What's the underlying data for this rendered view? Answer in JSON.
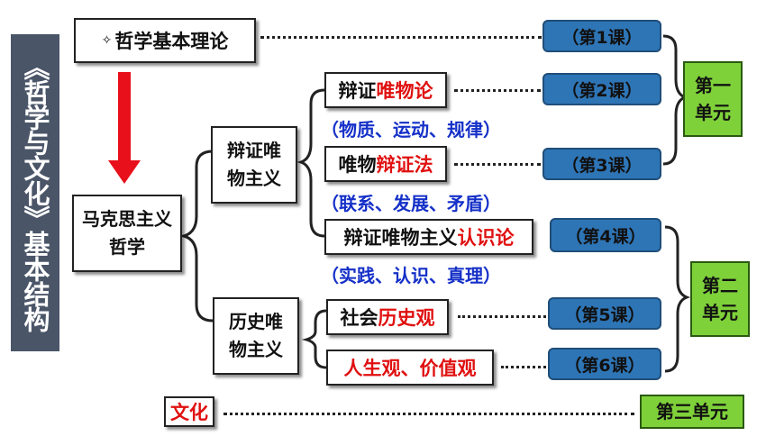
{
  "side_title": "《哲学与文化》基本结构",
  "top_node": {
    "marker": "✧",
    "label": "哲学基本理论"
  },
  "root_node": "马克思主义哲学",
  "branches": {
    "dialectical": "辩证唯物主义",
    "historical": "历史唯物主义"
  },
  "topics": {
    "t2": {
      "prefix": "辩证",
      "highlight": "唯物论"
    },
    "t2_note": "（物质、运动、规律）",
    "t3": {
      "prefix": "唯物",
      "highlight": "辩证法"
    },
    "t3_note": "（联系、发展、矛盾）",
    "t4": {
      "prefix": "辩证唯物主义",
      "highlight": "认识论"
    },
    "t4_note": "（实践、认识、真理）",
    "t5": {
      "prefix": "社会",
      "highlight": "历史观"
    },
    "t6": {
      "prefix": "",
      "highlight": "人生观、价值观"
    },
    "culture": "文化"
  },
  "lessons": [
    "（第1课）",
    "（第2课）",
    "（第3课）",
    "（第4课）",
    "（第5课）",
    "（第6课）"
  ],
  "units": {
    "u1": "第一单元",
    "u2": "第二单元",
    "u3": "第三单元"
  },
  "colors": {
    "highlight": "#e01010",
    "note": "#1530c8",
    "lesson_bg": "#2e75b6",
    "unit_bg": "#7fd13a",
    "side_bg": "#4a5568",
    "arrow": "#e8101a"
  }
}
